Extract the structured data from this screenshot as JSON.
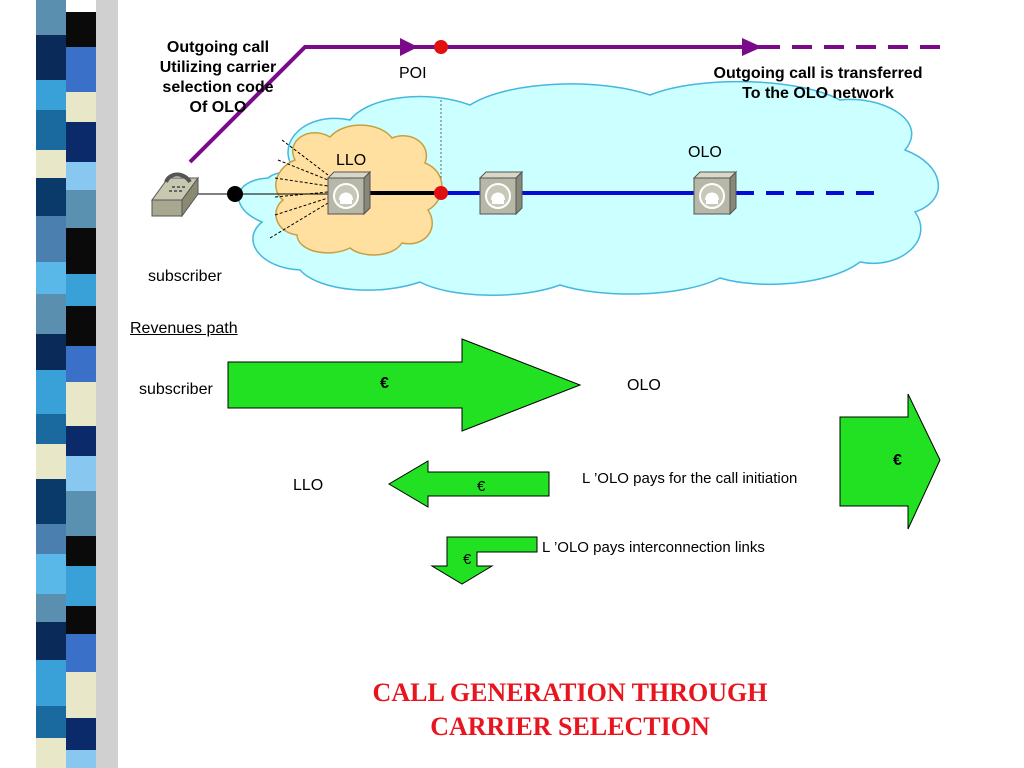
{
  "diagram": {
    "outgoing_call": [
      "Outgoing call",
      "Utilizing  carrier",
      "selection code",
      "Of OLO"
    ],
    "poi_label": "POI",
    "transferred": [
      "Outgoing call is transferred",
      "To the OLO network"
    ],
    "llo_cloud_label": "LLO",
    "olo_cloud_label": "OLO",
    "subscriber_label": "subscriber"
  },
  "revenues": {
    "heading": "Revenues path",
    "subscriber_label": "subscriber",
    "big_arrow_symbol": "€",
    "olo_label": "OLO",
    "right_arrow_symbol": "€",
    "llo_label": "LLO",
    "left_arrow_symbol": "€",
    "pays_call_text": "L ’OLO pays for the call initiation",
    "small_arrow_symbol": "€",
    "pays_links_text": "L ’OLO pays interconnection links"
  },
  "title": [
    "CALL GENERATION THROUGH",
    "CARRIER SELECTION"
  ],
  "colors": {
    "purple": "#7a0a8a",
    "blue": "#0a0ad8",
    "green": "#22e022",
    "red_dot": "#e01010",
    "cloud_blue": "#ccffff",
    "cloud_yellow": "#ffe0a0",
    "title_red": "#e8151f"
  },
  "icons": [
    "telephone-icon",
    "switch-icon"
  ]
}
